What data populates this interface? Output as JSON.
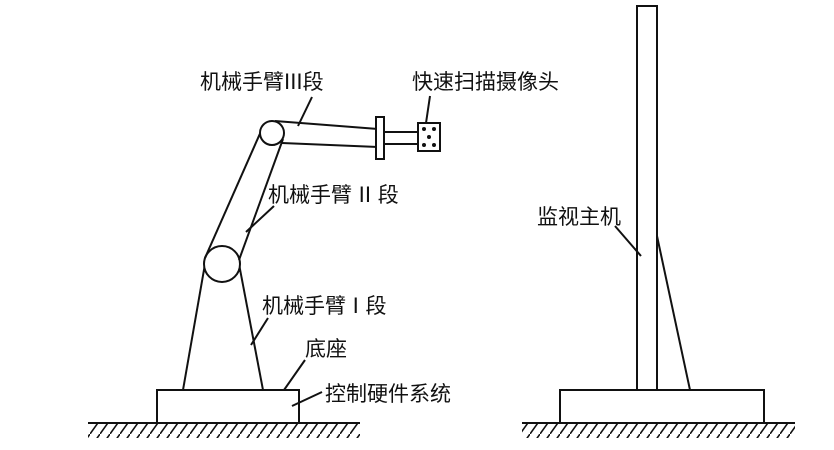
{
  "labels": {
    "arm3": "机械手臂III段",
    "camera": "快速扫描摄像头",
    "arm2": "机械手臂 II 段",
    "arm1": "机械手臂 I 段",
    "base": "底座",
    "control": "控制硬件系统",
    "monitor": "监视主机"
  },
  "colors": {
    "stroke": "#111111",
    "background": "#ffffff"
  }
}
